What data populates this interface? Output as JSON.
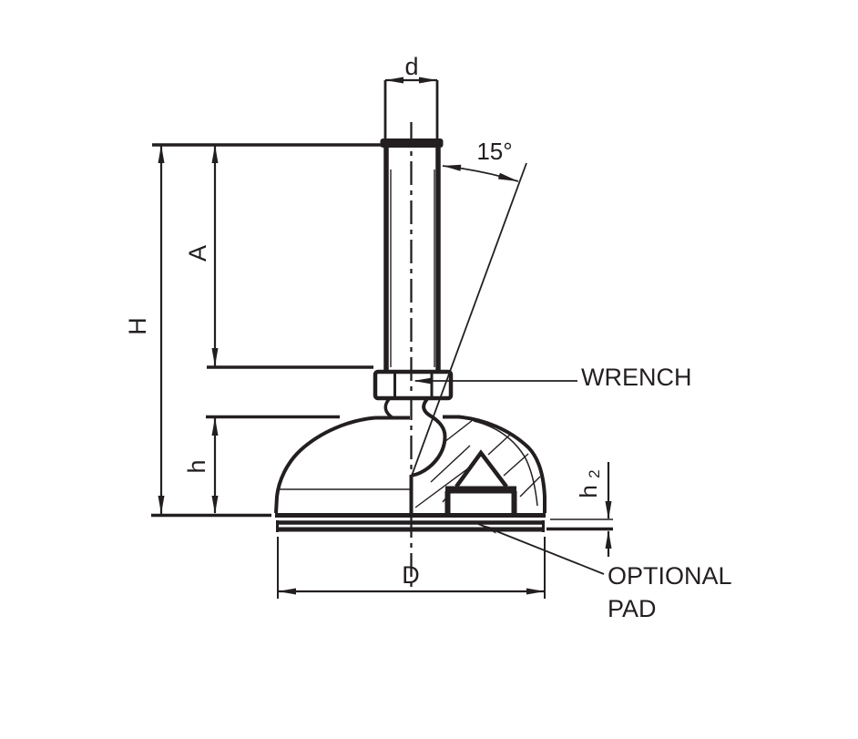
{
  "figure": {
    "type": "technical-drawing",
    "subject": "Adjustable leveling foot: threaded stud with ball joint, domed base shown in half-section, optional pad",
    "line_color": "#231f20",
    "background": "#ffffff"
  },
  "dimensions": {
    "stud_diameter": "d",
    "tilt_angle": "15°",
    "stud_length": "A",
    "overall_height": "H",
    "base_height": "h",
    "pad_thickness_base": "h",
    "pad_thickness_subscript": "2",
    "base_diameter": "D"
  },
  "callouts": {
    "wrench": "WRENCH",
    "optional_pad_line1": "OPTIONAL",
    "optional_pad_line2": "PAD"
  }
}
